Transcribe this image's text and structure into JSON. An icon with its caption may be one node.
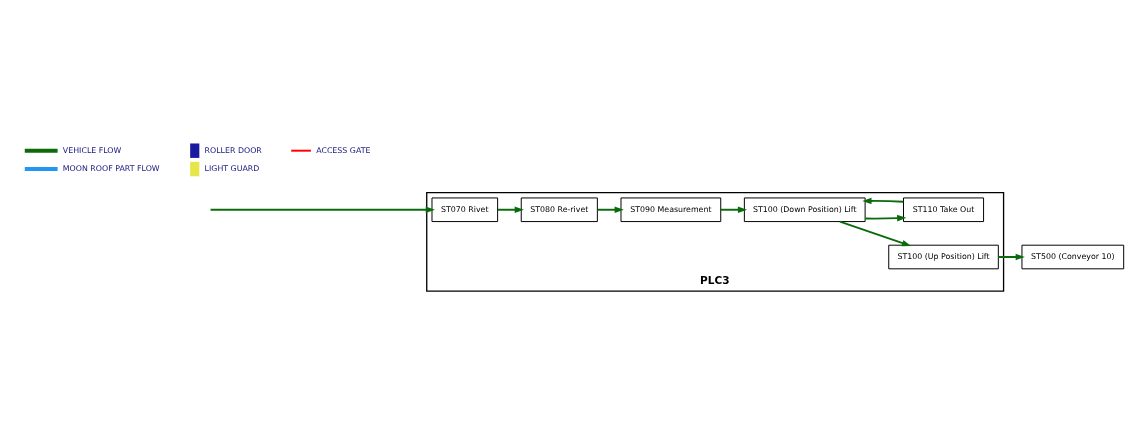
{
  "diagram": {
    "nodes": [
      {
        "text": [
          "PLC3"
        ]
      },
      {
        "text": [
          "ST100 (Up Position) Lift"
        ],
        "in": 0
      },
      {
        "text": [
          "ST500 (Conveyor 10)"
        ]
      },
      {
        "text": [
          "ST070 Rivet"
        ],
        "in": 0
      },
      {
        "text": [
          "ST080 Re-rivet"
        ],
        "in": 0
      },
      {
        "text": [
          "ST090 Measurement"
        ],
        "in": 0
      },
      {
        "text": [
          "ST100 (Down Position) Lift"
        ],
        "in": 0
      },
      {
        "text": [
          "ST110 Take Out"
        ],
        "in": 0
      }
    ],
    "edges": [
      {
        "from": null,
        "to": 3,
        "arrow": "to"
      },
      {
        "from": 3,
        "to": 4,
        "arrow": "to"
      },
      {
        "from": 4,
        "to": 5,
        "arrow": "to"
      },
      {
        "from": 5,
        "to": 6,
        "arrow": "to"
      },
      {
        "from": 6,
        "to": 7,
        "arrow": "to"
      },
      {
        "from": 7,
        "to": 6,
        "arrow": "to"
      },
      {
        "from": 6,
        "to": 1,
        "arrow": "to"
      },
      {
        "from": 1,
        "to": 2,
        "arrow": "to"
      }
    ],
    "legend": [
      {
        "text": "VEHICLE FLOW"
      },
      {
        "text": "ROLLER DOOR"
      },
      {
        "text": "ACCESS GATE"
      },
      {
        "text": "MOON ROOF PART FLOW"
      },
      {
        "text": "LIGHT GUARD"
      }
    ]
  }
}
